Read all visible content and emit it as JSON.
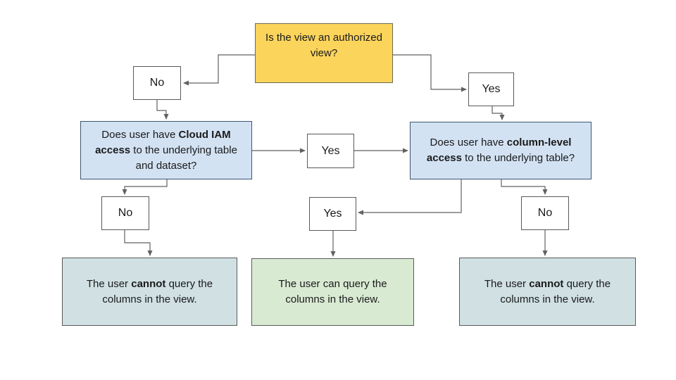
{
  "palette": {
    "canvas_bg": "#ffffff",
    "question_fill": "#fbd45c",
    "question_border": "#6e6a52",
    "decision_fill": "#d3e2f3",
    "decision_border": "#3e556e",
    "choice_fill": "#ffffff",
    "choice_border": "#595959",
    "deny_fill": "#d0e0e3",
    "allow_fill": "#d9ead3",
    "result_border": "#5a5a5a",
    "connector": "#616161",
    "text": "#1a1a1a"
  },
  "nodes": {
    "root": {
      "text": "Is the view an authorized view?"
    },
    "no_top": {
      "label": "No"
    },
    "yes_top": {
      "label": "Yes"
    },
    "iam_question": {
      "segments": [
        "Does user have ",
        "Cloud IAM access",
        " to the underlying table and dataset?"
      ]
    },
    "yes_mid": {
      "label": "Yes"
    },
    "col_question": {
      "segments": [
        "Does user have ",
        "column-level access",
        " to the underlying table?"
      ]
    },
    "no_left": {
      "label": "No"
    },
    "yes_bottom": {
      "label": "Yes"
    },
    "no_right": {
      "label": "No"
    },
    "result_left": {
      "segments": [
        "The user ",
        "cannot",
        " query the columns in the view."
      ]
    },
    "result_middle": {
      "text": "The user can query the columns in the view."
    },
    "result_right": {
      "segments": [
        "The user ",
        "cannot",
        " query the columns in the view."
      ]
    }
  }
}
